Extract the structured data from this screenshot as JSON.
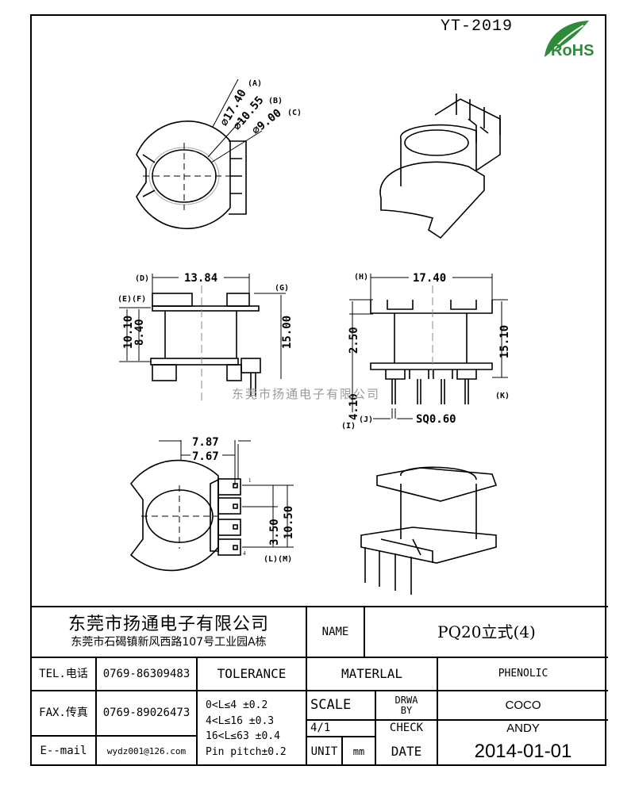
{
  "header": {
    "drawing_code": "YT-2019",
    "rohs_logo": "RoHS"
  },
  "dimensions": {
    "top_view": {
      "a": "⌀17.40",
      "a_tag": "(A)",
      "b": "⌀10.55",
      "b_tag": "(B)",
      "c": "⌀9.00",
      "c_tag": "(C)"
    },
    "front_view": {
      "d_tag": "(D)",
      "width": "13.84",
      "ef_tag": "(E)(F)",
      "g_tag": "(G)",
      "h1": "10.10",
      "h2": "8.40",
      "h3": "15.00"
    },
    "side_view": {
      "h_tag": "(H)",
      "width": "17.40",
      "h1": "2.50",
      "h2": "15.10",
      "h3": "4.10",
      "i_tag": "(I)",
      "j_tag": "(J)",
      "k_tag": "(K)",
      "pin": "SQ0.60"
    },
    "bottom_view": {
      "w1": "7.87",
      "w2": "7.67",
      "p1": "3.50",
      "p2": "10.50",
      "lm_tag": "(L)(M)",
      "pin_first": "1",
      "pin_last": "4"
    }
  },
  "watermark": "东莞市扬通电子有限公司",
  "title_block": {
    "company_name": "东莞市扬通电子有限公司",
    "company_address": "东莞市石碣镇新风西路107号工业园A栋",
    "name_label": "NAME",
    "name_value": "PQ20立式(4)",
    "tel_label": "TEL.电话",
    "tel_value": "0769-86309483",
    "fax_label": "FAX.传真",
    "fax_value": "0769-89026473",
    "email_label": "E--mail",
    "email_value": "wydz001@126.com",
    "tolerance_label": "TOLERANCE",
    "tolerances": [
      "0<L≤4   ±0.2",
      "4<L≤16  ±0.3",
      "16<L≤63 ±0.4",
      "Pin pitch±0.2"
    ],
    "material_label": "MATERLAL",
    "material_value": "PHENOLIC",
    "scale_label": "SCALE",
    "scale_value": "4/1",
    "drawn_by_label": "DRWA BY",
    "drawn_by_value": "COCO",
    "check_label": "CHECK",
    "check_value": "ANDY",
    "unit_label": "UNIT",
    "unit_value": "mm",
    "date_label": "DATE",
    "date_value": "2014-01-01"
  }
}
